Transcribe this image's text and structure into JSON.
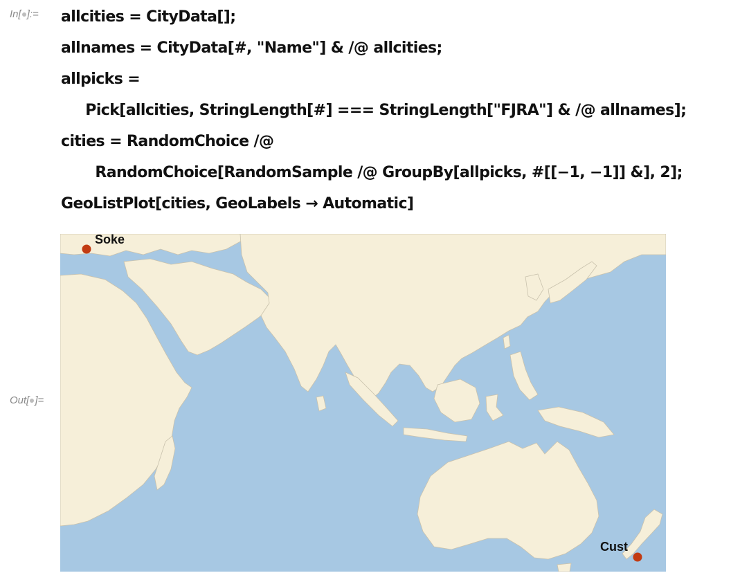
{
  "cell": {
    "in_prefix": "In[",
    "in_suffix": "]:=",
    "out_prefix": "Out[",
    "out_suffix": "]="
  },
  "code_lines": [
    "allcities = CityData[];",
    "allnames = CityData[#, \"Name\"] & /@ allcities;",
    "allpicks =",
    "     Pick[allcities, StringLength[#] === StringLength[\"FJRA\"] & /@ allnames];",
    "cities = RandomChoice /@",
    "       RandomChoice[RandomSample /@ GroupBy[allpicks, #[[−1, −1]] &], 2];",
    "GeoListPlot[cities, GeoLabels → Automatic]"
  ],
  "map": {
    "ocean_color": "#a7c8e3",
    "land_color": "#f6efd9",
    "border_color": "#b7b2a3",
    "marker_color": "#c23b12",
    "cities": [
      {
        "name": "Soke"
      },
      {
        "name": "Cust"
      }
    ]
  }
}
